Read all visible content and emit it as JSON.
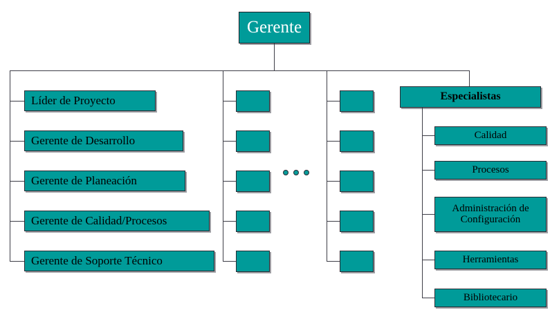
{
  "diagram": {
    "title_node": {
      "label": "Gerente"
    },
    "branches": {
      "left_column": {
        "items": [
          {
            "label": "Líder de Proyecto"
          },
          {
            "label": "Gerente de Desarrollo"
          },
          {
            "label": "Gerente de Planeación"
          },
          {
            "label": "Gerente de Calidad/Procesos"
          },
          {
            "label": "Gerente de Soporte Técnico"
          }
        ]
      },
      "middle_column_a": {
        "items": [
          {
            "label": ""
          },
          {
            "label": ""
          },
          {
            "label": ""
          },
          {
            "label": ""
          },
          {
            "label": ""
          }
        ]
      },
      "middle_column_b": {
        "items": [
          {
            "label": ""
          },
          {
            "label": ""
          },
          {
            "label": ""
          },
          {
            "label": ""
          },
          {
            "label": ""
          }
        ]
      },
      "right_column": {
        "header": {
          "label": "Especialistas"
        },
        "items": [
          {
            "label": "Calidad"
          },
          {
            "label": "Procesos"
          },
          {
            "label": "Administración de\nConfiguración"
          },
          {
            "label": "Herramientas"
          },
          {
            "label": "Bibliotecario"
          }
        ]
      }
    },
    "continuation_marker": {
      "symbol": "•••",
      "dots": 3
    },
    "colors": {
      "node_fill": "#009b99",
      "node_border": "#2b2b33",
      "connector": "#3c3c46",
      "root_text": "#ffffff",
      "node_text": "#000000",
      "background": "#ffffff"
    }
  }
}
